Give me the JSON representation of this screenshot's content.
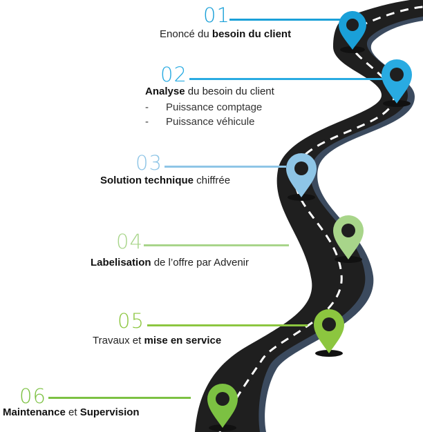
{
  "colors": {
    "step1": "#1aa0d8",
    "step2": "#29abe2",
    "step3": "#8ec5e6",
    "step4": "#a8d58a",
    "step5": "#8cc63f",
    "step6": "#7cc142",
    "road": "#1f1f1f",
    "road_edge": "#3a4657"
  },
  "steps": [
    {
      "number": "01",
      "pre": "Enoncé du ",
      "bold": "besoin du client",
      "post": "",
      "pin_icon": "map-pin-icon"
    },
    {
      "number": "02",
      "pre": "",
      "bold": "Analyse",
      "post": " du besoin du client",
      "pin_icon": "map-pin-icon",
      "sub_items": [
        {
          "dash": "-",
          "text": "Puissance comptage"
        },
        {
          "dash": "-",
          "text": "Puissance véhicule"
        }
      ]
    },
    {
      "number": "03",
      "pre": "",
      "bold": "Solution technique",
      "post": " chiffrée",
      "pin_icon": "map-pin-icon"
    },
    {
      "number": "04",
      "pre": "",
      "bold": "Labelisation",
      "post": " de l’offre par Advenir",
      "pin_icon": "map-pin-icon"
    },
    {
      "number": "05",
      "pre": "Travaux et ",
      "bold": "mise en service",
      "post": "",
      "pin_icon": "map-pin-icon"
    },
    {
      "number": "06",
      "pre": "",
      "bold": "Maintenance",
      "post": " et ",
      "bold2": "Supervision",
      "pin_icon": "map-pin-icon"
    }
  ]
}
